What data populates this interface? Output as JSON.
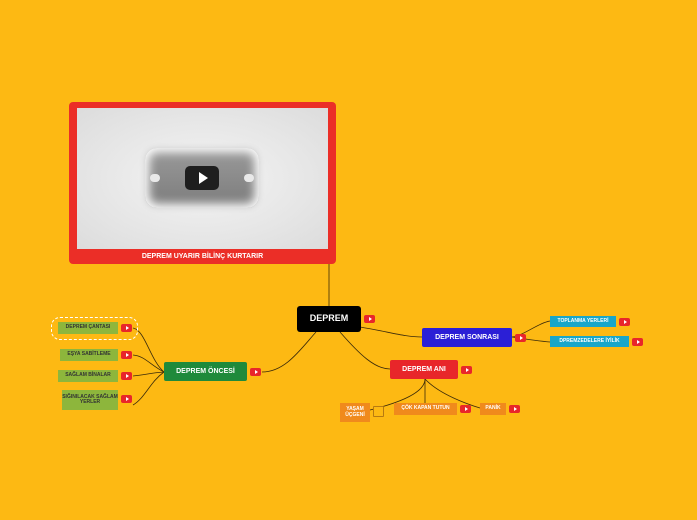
{
  "video": {
    "caption": "DEPREM UYARIR BİLİNÇ KURTARIR"
  },
  "root": {
    "label": "DEPREM"
  },
  "branches": {
    "before": {
      "label": "DEPREM ÖNCESİ",
      "items": [
        "DEPREM ÇANTASI",
        "EŞYA SABİTLEME",
        "SAĞLAM BİNALAR",
        "SIĞINILACAK SAĞLAM YERLER"
      ]
    },
    "after": {
      "label": "DEPREM SONRASI",
      "items": [
        "TOPLANMA YERLERİ",
        "DPREMZEDELERE İYİLİK"
      ]
    },
    "during": {
      "label": "DEPREM ANI",
      "items": [
        "YAŞAM ÜÇGENİ",
        "ÇÖK KAPAN TUTUN",
        "PANİK"
      ]
    }
  },
  "colors": {
    "background": "#FDB913",
    "root": "#000000",
    "before": "#1F8A3B",
    "after": "#2B1FD6",
    "during": "#E8262A",
    "before_items": "#8DB63C",
    "after_items": "#19A6C9",
    "during_items": "#F08A1C"
  }
}
